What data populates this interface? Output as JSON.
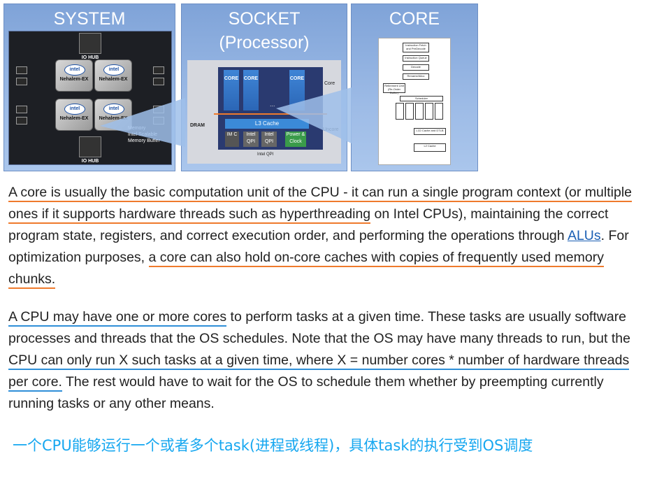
{
  "figure": {
    "panels": [
      {
        "title": "SYSTEM"
      },
      {
        "title": "SOCKET",
        "subtitle": "(Processor)"
      },
      {
        "title": "CORE"
      }
    ],
    "system": {
      "chips": [
        "Nehalem-EX",
        "Nehalem-EX",
        "Nehalem-EX",
        "Nehalem-EX"
      ],
      "chip_logo": "intel",
      "hubs": [
        "IO HUB",
        "IO HUB"
      ],
      "legend_memory": "Memory",
      "legend_buffer_1": "Intel Scalable",
      "legend_buffer_2": "Memory Buffer"
    },
    "socket": {
      "core_label": "CORE",
      "core_side": "Core",
      "uncore_side": "Uncore",
      "l3": "L3 Cache",
      "dram": "DRAM",
      "imc": "IM C",
      "qpi_1": "Intel QPI",
      "qpi_2": "Intel QPI",
      "power": "Power & Clock",
      "qpi_bottom": "Intel QPI",
      "ellipsis": "..."
    },
    "core": {
      "boxes": [
        "Instruction Fetch and PreDecode",
        "Instruction Queue",
        "Decode",
        "Rename/Alloc",
        "Retirement Unit (Re-Order Buffer)",
        "Scheduler",
        "L1D Cache and DTLB",
        "L2 Cache"
      ]
    },
    "colors": {
      "panel": "#8fb0e0",
      "orange": "#ef7a2c",
      "blue": "#2f8fd8",
      "note": "#16a7f0"
    }
  },
  "para1": {
    "s1": "A core is usually the basic computation unit of the CPU - it can run a single program context (or multiple ones if it supports hardware threads such as hyperthreading",
    "s2": " on Intel CPUs), maintaining the correct program state, registers, and correct execution order, and performing the operations through ",
    "link": "ALUs",
    "s3": ". For optimization purposes, ",
    "s4": "a core can also hold on-core caches with copies of frequently used memory chunks."
  },
  "para2": {
    "s1": "A CPU may have one or more cores",
    "s2": " to perform tasks at a given time. These tasks are usually software processes and threads that the OS schedules. Note that the OS may have many threads to run, but the ",
    "s3": "CPU can only run X such tasks at a given time, where X = number cores * number of hardware threads per core.",
    "s4": " The rest would have to wait for the OS to schedule them whether by preempting currently running tasks or any other means."
  },
  "note": "一个CPU能够运行一个或者多个task(进程或线程)，具体task的执行受到OS调度"
}
